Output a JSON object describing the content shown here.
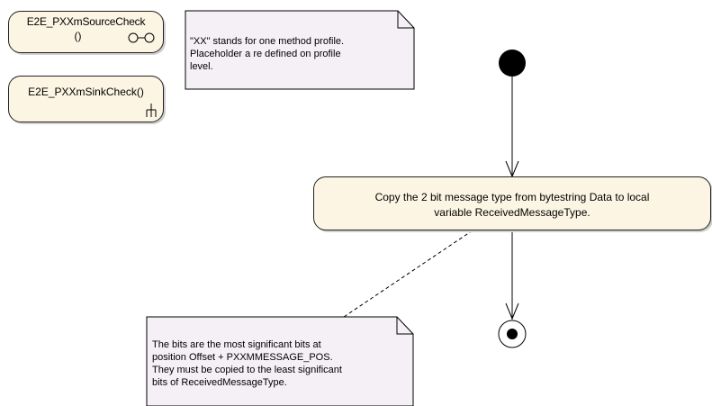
{
  "actions": {
    "source_check": {
      "line1": "E2E_PXXmSourceCheck",
      "line2": "()"
    },
    "sink_check": {
      "label": "E2E_PXXmSinkCheck()"
    },
    "copy_action": {
      "line1": "Copy the 2 bit message type from bytestring Data to local",
      "line2": "variable ReceivedMessageType."
    }
  },
  "notes": {
    "profile_note": "\"XX\" stands for one method profile.\nPlaceholder a re defined on profile\nlevel.",
    "bits_note": "The bits are the most significant bits at\nposition Offset + PXXMMESSAGE_POS.\nThey must be copied to the least significant\nbits of ReceivedMessageType."
  },
  "icons": {
    "rake": "rake-icon",
    "subactivity": "glasses-icon"
  }
}
